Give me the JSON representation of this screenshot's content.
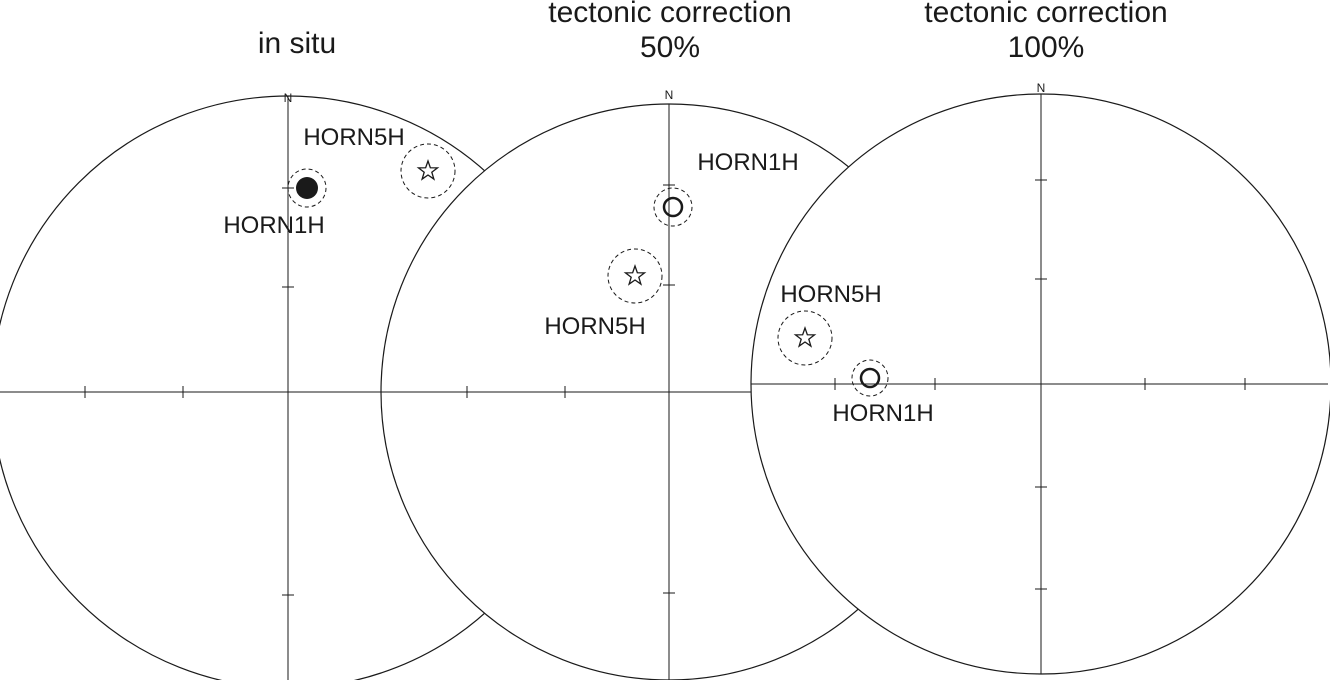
{
  "figure": {
    "stereonets": [
      {
        "title_lines": [
          "in situ"
        ],
        "north_label": "N",
        "sites": [
          {
            "label": "HORN5H",
            "symbol": "open-star"
          },
          {
            "label": "HORN1H",
            "symbol": "filled-circle"
          }
        ]
      },
      {
        "title_lines": [
          "tectonic correction",
          "50%"
        ],
        "north_label": "N",
        "sites": [
          {
            "label": "HORN1H",
            "symbol": "open-circle"
          },
          {
            "label": "HORN5H",
            "symbol": "open-star"
          }
        ]
      },
      {
        "title_lines": [
          "tectonic correction",
          "100%"
        ],
        "north_label": "N",
        "sites": [
          {
            "label": "HORN5H",
            "symbol": "open-star"
          },
          {
            "label": "HORN1H",
            "symbol": "open-circle"
          }
        ]
      }
    ],
    "colors": {
      "line": "#1a1a1a",
      "background": "#ffffff"
    }
  }
}
